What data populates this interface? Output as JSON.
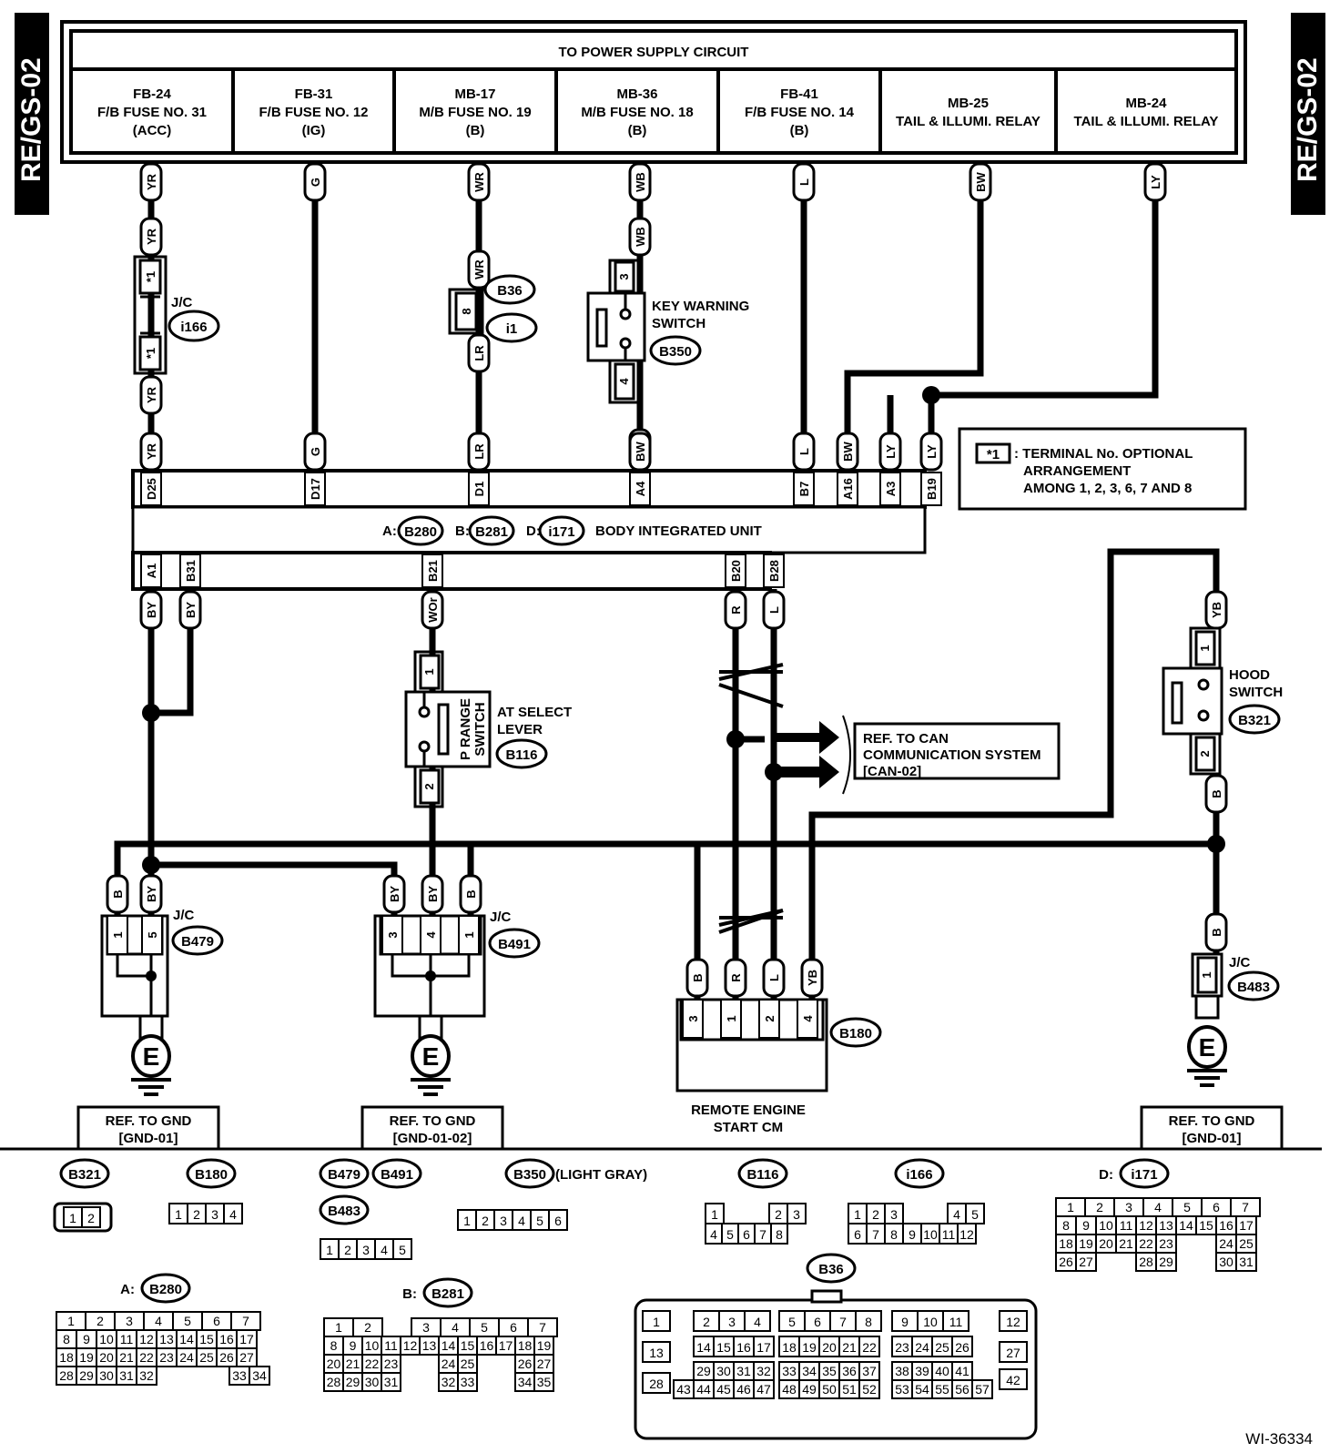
{
  "side_tags": {
    "left": "RE/GS-02",
    "right": "RE/GS-02"
  },
  "power_supply": {
    "title": "TO POWER SUPPLY CIRCUIT",
    "sources": [
      {
        "id": "FB-24",
        "name": "F/B FUSE NO. 31",
        "mode": "(ACC)"
      },
      {
        "id": "FB-31",
        "name": "F/B FUSE NO. 12",
        "mode": "(IG)"
      },
      {
        "id": "MB-17",
        "name": "M/B FUSE NO. 19",
        "mode": "(B)"
      },
      {
        "id": "MB-36",
        "name": "M/B FUSE NO. 18",
        "mode": "(B)"
      },
      {
        "id": "FB-41",
        "name": "F/B FUSE NO. 14",
        "mode": "(B)"
      },
      {
        "id": "MB-25",
        "name": "TAIL & ILLUMI. RELAY",
        "mode": ""
      },
      {
        "id": "MB-24",
        "name": "TAIL & ILLUMI. RELAY",
        "mode": ""
      }
    ]
  },
  "wire_colors": {
    "top": [
      "YR",
      "G",
      "WR",
      "WB",
      "L",
      "BW",
      "LY"
    ],
    "jc_i166": [
      "YR",
      "YR"
    ],
    "b36_i1": [
      "WR",
      "LR"
    ],
    "key_warning": [
      "WB",
      "BW"
    ],
    "biu_top": [
      "YR",
      "G",
      "LR",
      "BW",
      "L",
      "BW",
      "LY",
      "LY"
    ],
    "biu_bottom": [
      "BY",
      "BY",
      "WOr",
      "R",
      "L"
    ],
    "hood": [
      "YB",
      "B"
    ],
    "b479": [
      "B",
      "BY"
    ],
    "b491": [
      "BY",
      "BY",
      "B"
    ],
    "b180": [
      "B",
      "R",
      "L",
      "YB"
    ],
    "b483": [
      "B"
    ]
  },
  "jc_i166": {
    "label": "J/C",
    "connector": "i166",
    "pins": [
      "*1",
      "*1"
    ]
  },
  "b36_i1": {
    "connectors": [
      "B36",
      "i1"
    ],
    "pin": "8"
  },
  "key_warning_switch": {
    "label_line1": "KEY WARNING",
    "label_line2": "SWITCH",
    "connector": "B350",
    "pins": [
      "3",
      "4"
    ]
  },
  "note": {
    "key": "*1",
    "line1": ": TERMINAL No. OPTIONAL",
    "line2": "ARRANGEMENT",
    "line3": "AMONG 1, 2, 3, 6, 7 AND 8"
  },
  "body_integrated_unit": {
    "title": "BODY INTEGRATED UNIT",
    "connectors": [
      {
        "prefix": "A:",
        "id": "B280"
      },
      {
        "prefix": "B:",
        "id": "B281"
      },
      {
        "prefix": "D:",
        "id": "i171"
      }
    ],
    "top_pins": [
      "D25",
      "D17",
      "D1",
      "A4",
      "B7",
      "A16",
      "A3",
      "B19"
    ],
    "bottom_pins": [
      "A1",
      "B31",
      "B21",
      "B20",
      "B28"
    ]
  },
  "p_range_switch": {
    "inner_line1": "P RANGE",
    "inner_line2": "SWITCH",
    "label_line1": "AT SELECT",
    "label_line2": "LEVER",
    "connector": "B116",
    "pins": [
      "1",
      "2"
    ]
  },
  "can_ref": {
    "line1": "REF. TO CAN",
    "line2": "COMMUNICATION SYSTEM",
    "line3": "[CAN-02]"
  },
  "hood_switch": {
    "label_line1": "HOOD",
    "label_line2": "SWITCH",
    "connector": "B321",
    "pins": [
      "1",
      "2"
    ]
  },
  "jc_b479": {
    "label": "J/C",
    "connector": "B479",
    "pins": [
      "1",
      "5"
    ]
  },
  "jc_b491": {
    "label": "J/C",
    "connector": "B491",
    "pins": [
      "3",
      "4",
      "1"
    ]
  },
  "jc_b483": {
    "label": "J/C",
    "connector": "B483",
    "pins": [
      "1"
    ]
  },
  "remote_engine_start": {
    "line1": "REMOTE ENGINE",
    "line2": "START CM",
    "connector": "B180",
    "pins": [
      "3",
      "1",
      "2",
      "4"
    ]
  },
  "ground_symbol": "E",
  "ground_refs": [
    {
      "line1": "REF. TO GND",
      "line2": "[GND-01]"
    },
    {
      "line1": "REF. TO GND",
      "line2": "[GND-01-02]"
    },
    {
      "line1": "REF. TO GND",
      "line2": "[GND-01]"
    }
  ],
  "connector_views": {
    "b321": {
      "id": "B321",
      "rows": [
        [
          "1",
          "2"
        ]
      ]
    },
    "b180": {
      "id": "B180",
      "rows": [
        [
          "1",
          "2",
          "3",
          "4"
        ]
      ]
    },
    "b479_b491_b483": {
      "ids": [
        "B479",
        "B491",
        "B483"
      ],
      "rows": [
        [
          "1",
          "2",
          "3",
          "4",
          "5"
        ]
      ]
    },
    "b350": {
      "id": "B350",
      "note": "(LIGHT GRAY)",
      "rows": [
        [
          "1",
          "2",
          "3",
          "4",
          "5",
          "6"
        ]
      ]
    },
    "b116": {
      "id": "B116",
      "rows": [
        [
          "1",
          "2",
          "3"
        ],
        [
          "4",
          "5",
          "6",
          "7",
          "8"
        ]
      ]
    },
    "i166": {
      "id": "i166",
      "rows": [
        [
          "1",
          "2",
          "3",
          "4",
          "5"
        ],
        [
          "6",
          "7",
          "8",
          "9",
          "10",
          "11",
          "12"
        ]
      ]
    },
    "i171": {
      "prefix": "D:",
      "id": "i171",
      "rows": [
        [
          "1",
          "2",
          "3",
          "4",
          "5",
          "6",
          "7"
        ],
        [
          "8",
          "9",
          "10",
          "11",
          "12",
          "13",
          "14",
          "15",
          "16",
          "17"
        ],
        [
          "18",
          "19",
          "20",
          "21",
          "22",
          "23",
          "24",
          "25"
        ],
        [
          "26",
          "27",
          "28",
          "29",
          "30",
          "31"
        ]
      ]
    },
    "b280": {
      "prefix": "A:",
      "id": "B280",
      "rows": [
        [
          "1",
          "2",
          "3",
          "4",
          "5",
          "6",
          "7"
        ],
        [
          "8",
          "9",
          "10",
          "11",
          "12",
          "13",
          "14",
          "15",
          "16",
          "17"
        ],
        [
          "18",
          "19",
          "20",
          "21",
          "22",
          "23",
          "24",
          "25",
          "26",
          "27"
        ],
        [
          "28",
          "29",
          "30",
          "31",
          "32",
          "33",
          "34"
        ]
      ]
    },
    "b281": {
      "prefix": "B:",
      "id": "B281",
      "rows": [
        [
          "1",
          "2",
          "3",
          "4",
          "5",
          "6",
          "7"
        ],
        [
          "8",
          "9",
          "10",
          "11",
          "12",
          "13",
          "14",
          "15",
          "16",
          "17",
          "18",
          "19"
        ],
        [
          "20",
          "21",
          "22",
          "23",
          "24",
          "25",
          "26",
          "27"
        ],
        [
          "28",
          "29",
          "30",
          "31",
          "32",
          "33",
          "34",
          "35"
        ]
      ]
    },
    "b36": {
      "id": "B36",
      "rows": [
        [
          "1",
          "2",
          "3",
          "4",
          "5",
          "6",
          "7",
          "8",
          "9",
          "10",
          "11",
          "12"
        ],
        [
          "13",
          "14",
          "15",
          "16",
          "17",
          "18",
          "19",
          "20",
          "21",
          "22",
          "23",
          "24",
          "25",
          "26",
          "27"
        ],
        [
          "28",
          "29",
          "30",
          "31",
          "32",
          "33",
          "34",
          "35",
          "36",
          "37",
          "38",
          "39",
          "40",
          "41",
          "42"
        ],
        [
          "43",
          "44",
          "45",
          "46",
          "47",
          "48",
          "49",
          "50",
          "51",
          "52",
          "53",
          "54",
          "55",
          "56",
          "57"
        ]
      ]
    }
  },
  "figure_id": "WI-36334"
}
